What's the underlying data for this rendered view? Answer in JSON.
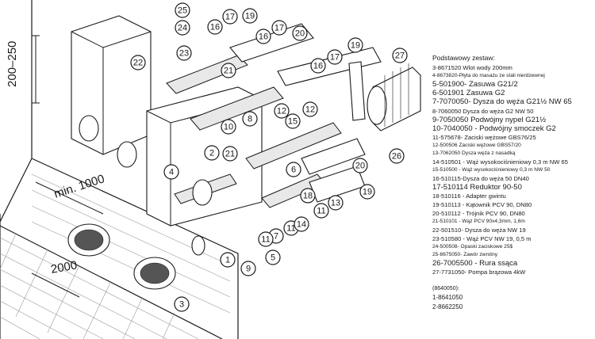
{
  "legend": {
    "title": "Podstawowy zestaw:",
    "items": [
      {
        "text": "3-8671520 Wlot wody 200mm",
        "size": "s"
      },
      {
        "text": "4-8673820-Płyta do masażu ze stali nierdzewnej",
        "size": "xs"
      },
      {
        "text": "5-501900- Zasuwa G21/2",
        "size": "m"
      },
      {
        "text": "6-501901 Zasuwa G2",
        "size": "m"
      },
      {
        "text": "7-7070050- Dysza do węża G21½ NW 65",
        "size": "m"
      },
      {
        "text": "8-7060050 Dysza do węża G2 NW 50",
        "size": "s"
      },
      {
        "text": "9-7050050 Podwójny nypel G21½",
        "size": "m"
      },
      {
        "text": "10-7040050 - Podwójny smoczek G2",
        "size": "m"
      },
      {
        "text": "11-575678- Zaciski wężowe GBS76/25",
        "size": "s"
      },
      {
        "text": "12-500506 Zaciski wężowe GBS57/20",
        "size": "xs"
      },
      {
        "text": "13-7062050 Dysza węża z nasadką",
        "size": "xs"
      },
      {
        "text": "14-510501 - Wąż wysokociśnieniowy 0,3 m NW 65",
        "size": "s"
      },
      {
        "text": "15-510500 - Wąż wysokociśnieniowy 0,3 m NW 50",
        "size": "xs"
      },
      {
        "text": "16-510115-Dysza do węża 50 DN40",
        "size": "s"
      },
      {
        "text": "17-510114 Reduktor 90-50",
        "size": "m"
      },
      {
        "text": "18-510116 - Adapter gwintu",
        "size": "s"
      },
      {
        "text": "19-510113 - Kątownik PCV 90, DN80",
        "size": "s"
      },
      {
        "text": "20-510112 - Trójnik PCV 90, DN80",
        "size": "s"
      },
      {
        "text": "21-510101 - Wąż PCV 90x4,3mm, 1,6m",
        "size": "xs"
      },
      {
        "text": "22-501510- Dysza do węża NW 19",
        "size": "s"
      },
      {
        "text": "23-510580 - Wąż PCV NW 19, 0,5 m",
        "size": "s"
      },
      {
        "text": "24-500508- Opaski zaciskowe 25$",
        "size": "xs"
      },
      {
        "text": "25-8675050- Zawór zwrotny",
        "size": "xs"
      },
      {
        "text": "26-7005500 - Rura ssąca",
        "size": "m"
      },
      {
        "text": "27-7731050- Pompa brązowa 4kW",
        "size": "s"
      }
    ],
    "sub_title": "(8640050):",
    "sub_items": [
      "1-8641050",
      "2-8662250"
    ]
  },
  "dimensions": {
    "vertical": "200–250",
    "min_depth": "min. 1000",
    "spacing": "2000"
  },
  "callouts": [
    "1",
    "2",
    "3",
    "4",
    "5",
    "6",
    "7",
    "8",
    "9",
    "10",
    "11",
    "11",
    "11",
    "12",
    "12",
    "13",
    "14",
    "15",
    "16",
    "16",
    "16",
    "17",
    "17",
    "17",
    "18",
    "19",
    "19",
    "19",
    "20",
    "20",
    "21",
    "21",
    "22",
    "23",
    "24",
    "25",
    "26",
    "27"
  ]
}
